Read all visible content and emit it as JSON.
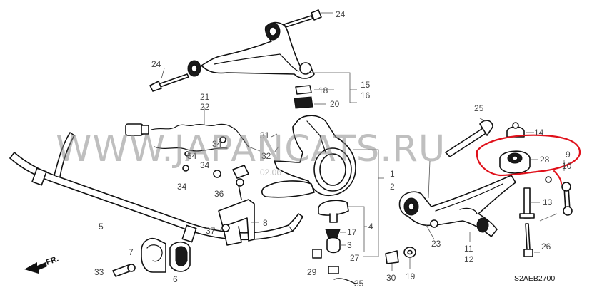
{
  "diagram": {
    "watermark": "WWW.JAPANCATS.RU",
    "date_stamp": "02.06",
    "drawing_code": "S2AEB2700",
    "direction_label": "FR.",
    "highlight_color": "#e0101a",
    "callouts": {
      "c24_top": "24",
      "c24_left": "24",
      "c15": "15",
      "c16": "16",
      "c18": "18",
      "c20": "20",
      "c21": "21",
      "c22": "22",
      "c31": "31",
      "c32": "32",
      "c34_a": "34",
      "c34_b": "34",
      "c34_c": "34",
      "c34_d": "34",
      "c36": "36",
      "c8": "8",
      "c37": "37",
      "c1": "1",
      "c2": "2",
      "c4": "4",
      "c17": "17",
      "c3": "3",
      "c27": "27",
      "c29": "29",
      "c35": "35",
      "c25": "25",
      "c14": "14",
      "c28": "28",
      "c9": "9",
      "c10": "10",
      "c13": "13",
      "c23": "23",
      "c11": "11",
      "c12": "12",
      "c26": "26",
      "c30": "30",
      "c19": "19",
      "c5": "5",
      "c7": "7",
      "c6": "6",
      "c33": "33"
    }
  }
}
